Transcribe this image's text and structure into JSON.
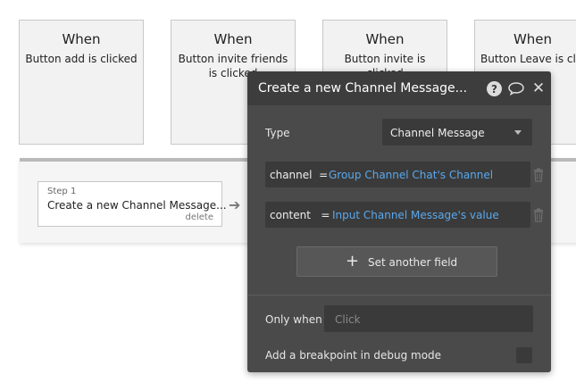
{
  "events": [
    {
      "when": "When",
      "description": "Button add is clicked"
    },
    {
      "when": "When",
      "description": "Button invite friends is clicked"
    },
    {
      "when": "When",
      "description": "Button invite is clicked"
    },
    {
      "when": "When",
      "description": "Button Leave is clic"
    }
  ],
  "workflow": {
    "step_label": "Step 1",
    "step_title": "Create a new Channel Message...",
    "delete_label": "delete"
  },
  "panel": {
    "title": "Create a new Channel Message...",
    "type_label": "Type",
    "type_value": "Channel Message",
    "fields": [
      {
        "name": "channel",
        "operator": "=",
        "value": "Group Channel Chat's Channel"
      },
      {
        "name": "content",
        "operator": "=",
        "value": "Input Channel Message's value"
      }
    ],
    "set_field_label": "Set another field",
    "only_when_label": "Only when",
    "only_when_placeholder": "Click",
    "breakpoint_label": "Add a breakpoint in debug mode"
  },
  "colors": {
    "panel_bg": "#4a4a4a",
    "header_bg": "#3d3d3d",
    "dynamic_value": "#5aa8ec"
  }
}
